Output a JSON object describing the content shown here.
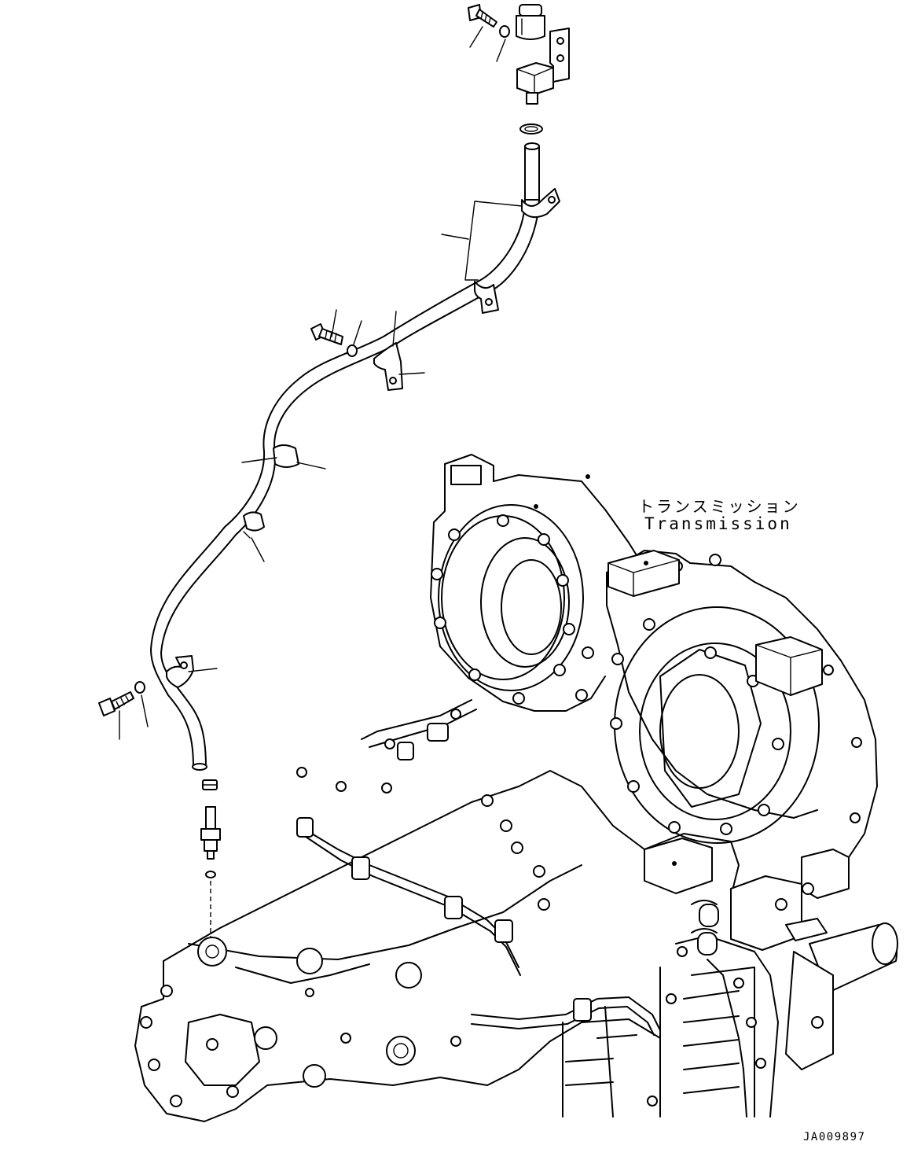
{
  "labels": {
    "transmission_jp": "トランスミッション",
    "transmission_en": "Transmission",
    "drawing_code": "JA009897"
  }
}
